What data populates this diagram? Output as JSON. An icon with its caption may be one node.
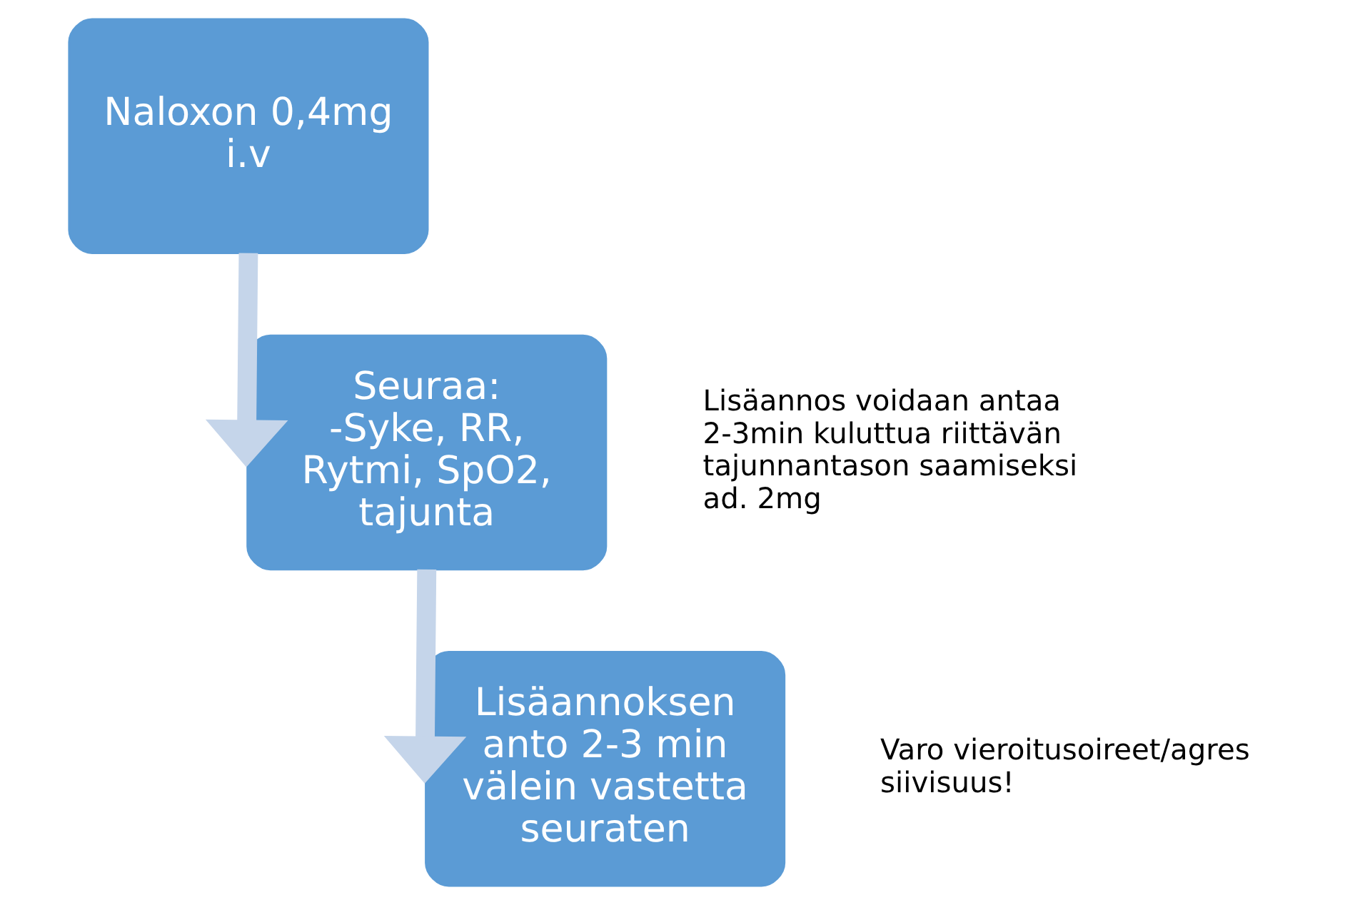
{
  "diagram": {
    "nodes": [
      {
        "text": [
          "Naloxon 0,4mg i.v"
        ]
      },
      {
        "text": [
          "Seuraa:",
          "-Syke, RR, Rytmi, SpO2, tajunta"
        ],
        "beside": [
          "Lisäannos voidaan antaa 2-3min kuluttua riittävän tajunnantason saamiseksi ad. 2mg"
        ]
      },
      {
        "text": [
          "Lisäannoksen anto 2-3 min välein vastetta seuraten"
        ],
        "beside": [
          "Varo vieroitusoireet/agressiivisuus!"
        ]
      }
    ],
    "edges": [
      {
        "from": 0,
        "to": 1,
        "arrow": "to"
      },
      {
        "from": 1,
        "to": 2,
        "arrow": "to"
      }
    ]
  }
}
